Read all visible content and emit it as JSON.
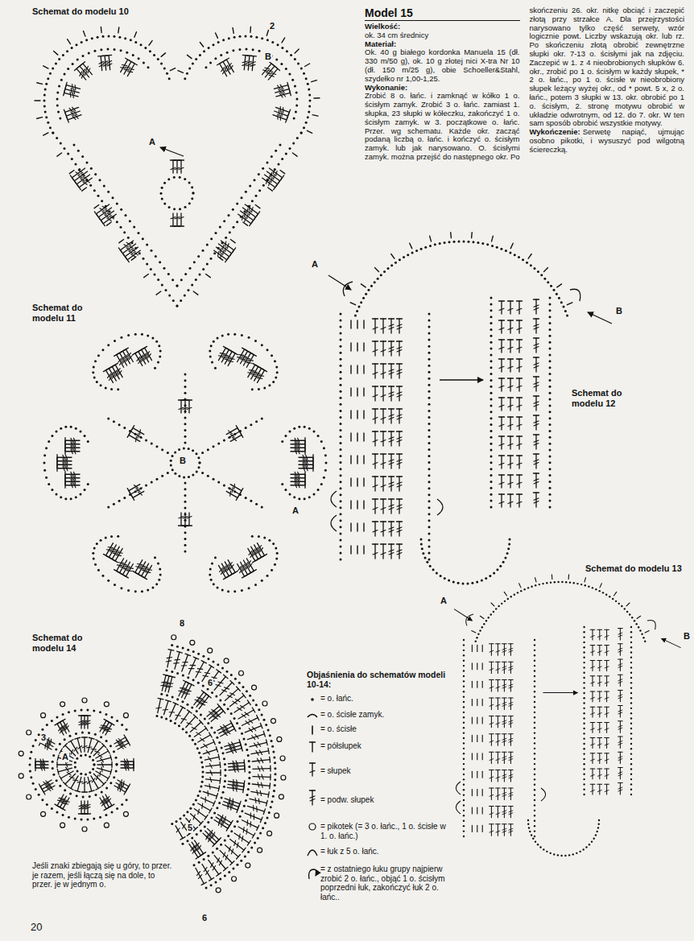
{
  "diagram": {
    "labels": [
      "Schemat do modelu 10",
      "2",
      "B",
      "A",
      "Model 15",
      "Wielkość:",
      "ok. 34 cm średnicy",
      "Materiał:",
      "Ok. 40 g białego kordonka Manuela 15 (dł. 330 m/50 g), ok. 10 g złotej nici X-tra Nr 10 (dł. 150 m/25 g), obie Schoeller&Stahl, szydełko nr 1,00-1,25.",
      "Wykonanie:",
      "Zrobić 8 o. łańc. i zamknąć w kółko 1 o. ścisłym zamyk. Zrobić 3 o. łańc. zamiast 1. słupka, 23 słupki w kółeczku, zakończyć 1 o. ścisłym zamyk. w 3. początkowe o. łańc. Przer. wg schematu. Każde okr. zacząć podaną liczbą o. łańc. i kończyć o. ścisłym zamyk. lub jak narysowano. O. ścisłymi zamyk. można przejść do następnego okr. Po skończeniu 26. okr. nitkę obciąć i zaczepić złotą przy strzałce A. Dla przejrzystości narysowano tylko część serwety, wzór logicznie powt. Liczby wskazują okr. lub rz. Po skończeniu złotą obrobić zewnętrzne słupki okr. 7-13 o. ścisłymi jak na zdjęciu. Zaczepić w 1. z 4 nieobrobionych słupków 6. okr., zrobić po 1 o. ścisłym w każdy słupek, * 2 o. łańc., po 1 o. ścisłe w nieobrobiony słupek leżący wyżej okr., od * powt. 5 x, 2 o. łańc., potem 3 słupki w 13. okr. obrobić po 1 o. ścisłym, 2. stronę motywu obrobić w układzie odwrotnym, od 12. do 7. okr. W ten sam sposób obrobić wszystkie motywy.",
      "Wykończenie:",
      "Serwetę napiąć, ujmując osobno pikotki, i wysuszyć pod wilgotną ściereczką.",
      "A",
      "B",
      "Schemat do modelu 12",
      "Schemat do modelu 11",
      "B",
      "A",
      "Schemat do modelu 13",
      "A",
      "B",
      "8",
      "Schemat do modelu 14",
      "6",
      "3",
      "A",
      "5",
      "Objaśnienia do schematów modeli 10-14:",
      "Jeśli znaki zbiegają się u góry, to przer. je razem, jeśli łączą się na dole, to przer. je w jednym o.",
      "6",
      "20"
    ],
    "legend": [
      {
        "text": "= o. łańc."
      },
      {
        "text": "= o. ścisłe zamyk."
      },
      {
        "text": "= o. ścisłe"
      },
      {
        "text": "= półsłupek"
      },
      {
        "text": "= słupek"
      },
      {
        "text": "= podw. słupek"
      },
      {
        "text": "= pikotek (= 3 o. łańc., 1 o. ścisłe w 1. o. łańc.)"
      },
      {
        "text": "= łuk z 5 o. łańc."
      },
      {
        "text": "= z ostatniego łuku grupy najpierw zrobić 2 o. łańc., objąć 1 o. ścisłym poprzedni łuk, zakończyć łuk 2 o. łańc.."
      }
    ]
  }
}
